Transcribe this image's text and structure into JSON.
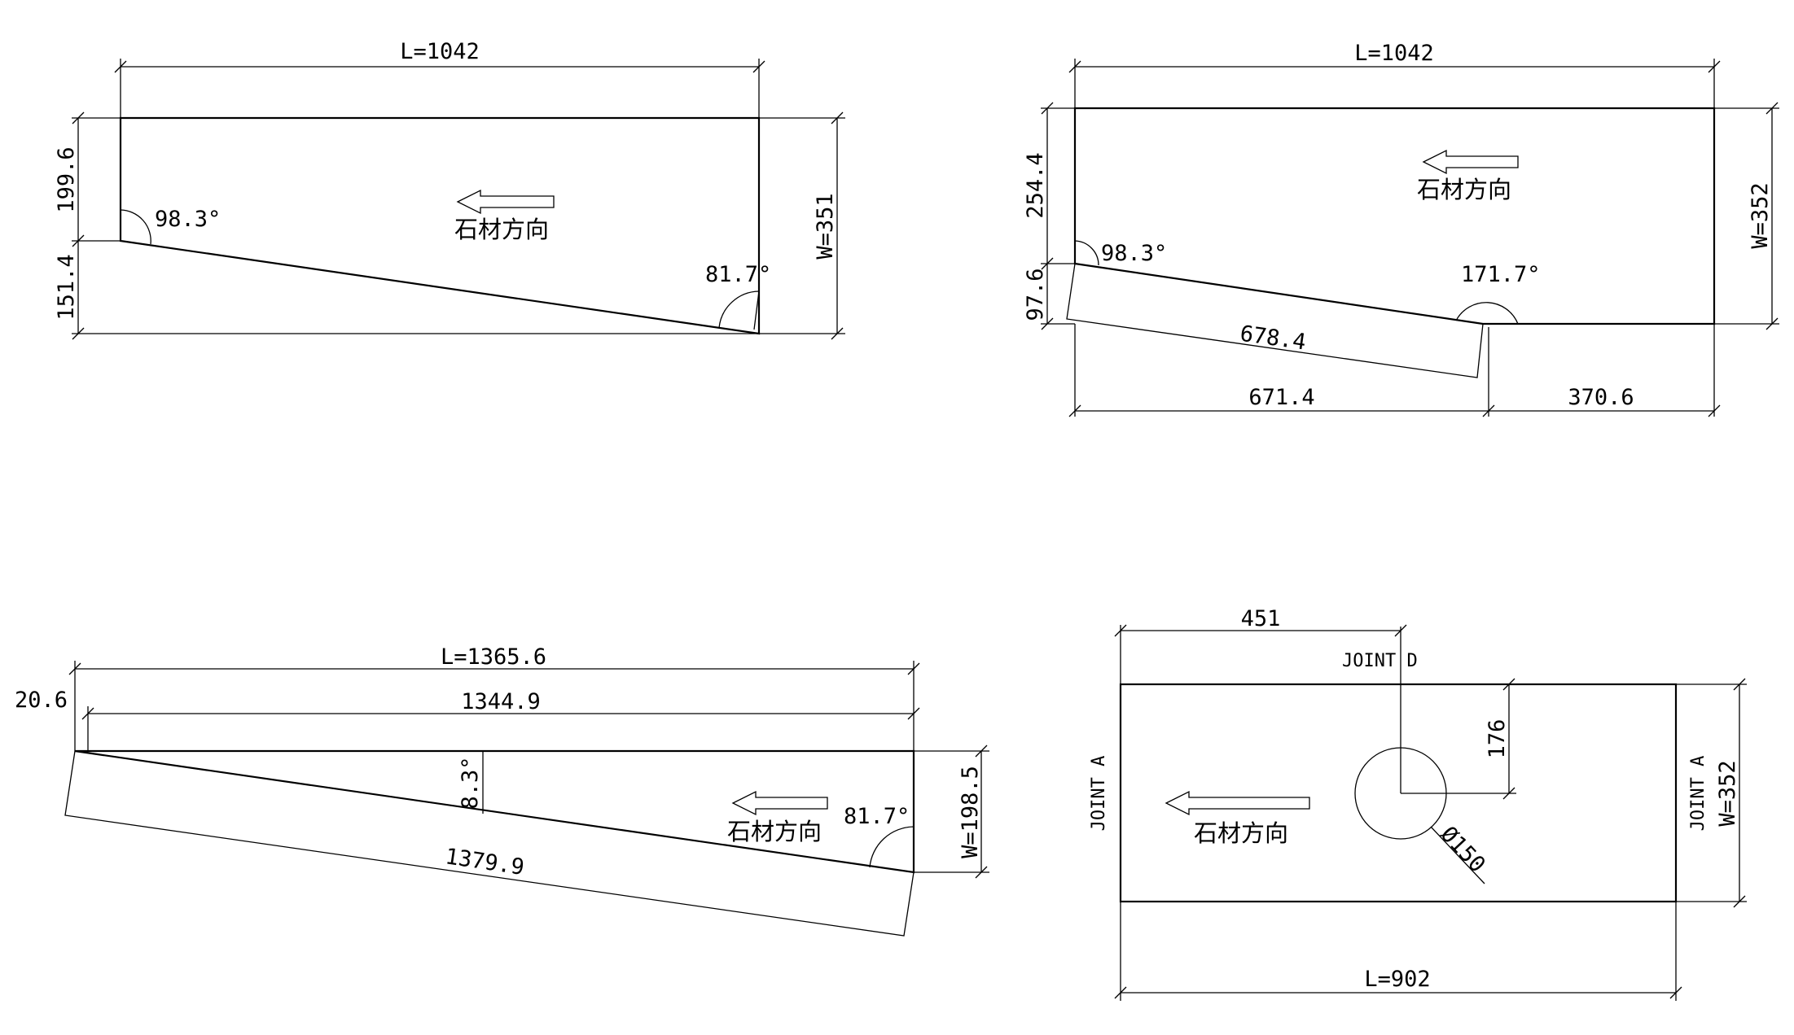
{
  "drawing_1": {
    "length": "L=1042",
    "width": "W=351",
    "dim_left_upper": "199.6",
    "dim_left_lower": "151.4",
    "angle_left": "98.3°",
    "angle_right": "81.7°",
    "direction": "石材方向"
  },
  "drawing_2": {
    "length": "L=1042",
    "width": "W=352",
    "dim_left_upper": "254.4",
    "dim_left_lower": "97.6",
    "angle_left": "98.3°",
    "angle_mid": "171.7°",
    "dim_slope": "678.4",
    "dim_bottom_left": "671.4",
    "dim_bottom_right": "370.6",
    "direction": "石材方向"
  },
  "drawing_3": {
    "length_total": "L=1365.6",
    "length_inner": "1344.9",
    "offset": "20.6",
    "angle_small": "8.3°",
    "angle_right": "81.7°",
    "width": "W=198.5",
    "dim_slope": "1379.9",
    "direction": "石材方向"
  },
  "drawing_4": {
    "dim_top": "451",
    "joint_top": "JOINT D",
    "joint_left": "JOINT A",
    "joint_right": "JOINT A",
    "dim_hole_offset": "176",
    "hole_diameter": "Ø150",
    "width": "W=352",
    "length": "L=902",
    "direction": "石材方向"
  }
}
